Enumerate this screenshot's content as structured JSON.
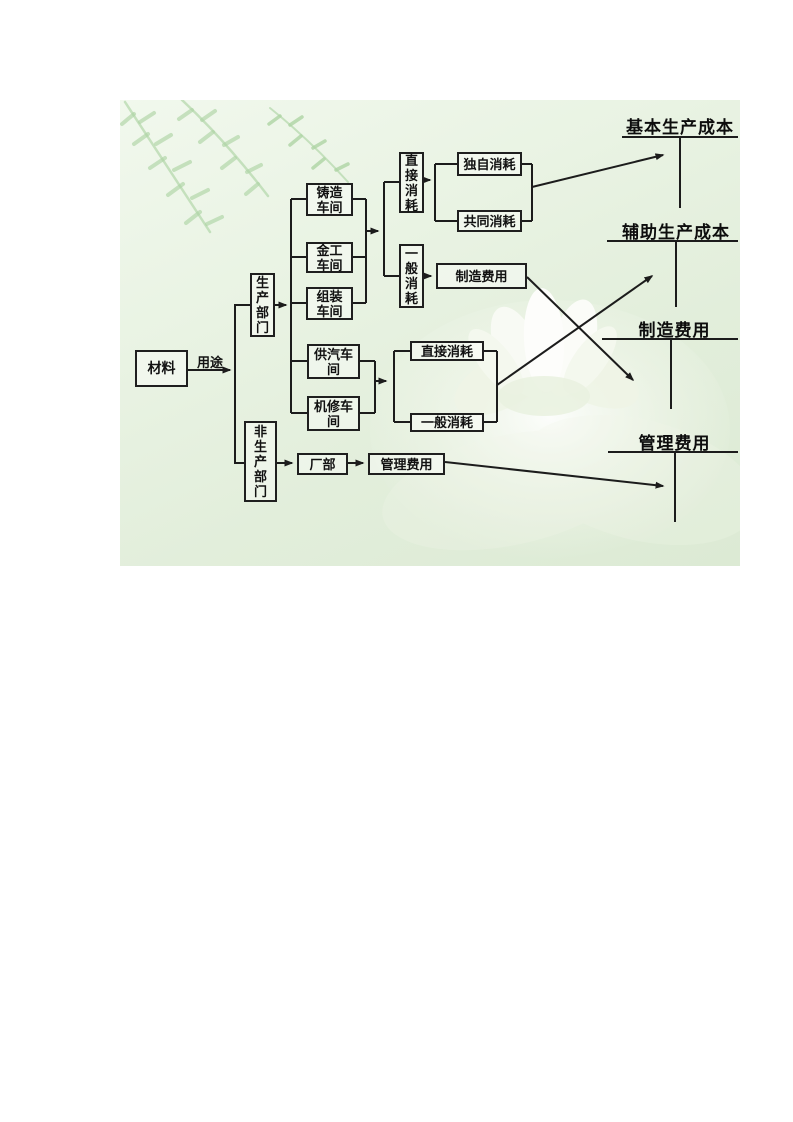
{
  "colors": {
    "page_background": "#ffffff",
    "panel_green_light": "#f1f8ed",
    "panel_green_dark": "#dcead4",
    "line_color": "#1c1c1c",
    "leaf_green": "#aed4a4"
  },
  "nodes": {
    "material": {
      "label": "材料"
    },
    "usage": {
      "label": "用途"
    },
    "production_dept": {
      "label": "生\n产\n部\n门"
    },
    "non_production_dept": {
      "label": "非\n生\n产\n部\n门"
    },
    "casting_shop": {
      "label": "铸造\n车间"
    },
    "metalwork_shop": {
      "label": "金工\n车间"
    },
    "assembly_shop": {
      "label": "组装\n车间"
    },
    "steam_shop": {
      "label": "供汽车\n间"
    },
    "repair_shop": {
      "label": "机修车\n间"
    },
    "direct_consumption_main": {
      "label": "直\n接\n消\n耗"
    },
    "general_consumption_main": {
      "label": "一\n般\n消\n耗"
    },
    "individual_consumption": {
      "label": "独自消耗"
    },
    "common_consumption": {
      "label": "共同消耗"
    },
    "manufacturing_expense_box": {
      "label": "制造费用"
    },
    "direct_consumption_aux": {
      "label": "直接消耗"
    },
    "general_consumption_aux": {
      "label": "一般消耗"
    },
    "factory_hq": {
      "label": "厂部"
    },
    "admin_expense_box": {
      "label": "管理费用"
    }
  },
  "accounts": {
    "basic_production_cost": {
      "label": "基本生产成本"
    },
    "auxiliary_production_cost": {
      "label": "辅助生产成本"
    },
    "manufacturing_expense": {
      "label": "制造费用"
    },
    "admin_expense": {
      "label": "管理费用"
    }
  }
}
